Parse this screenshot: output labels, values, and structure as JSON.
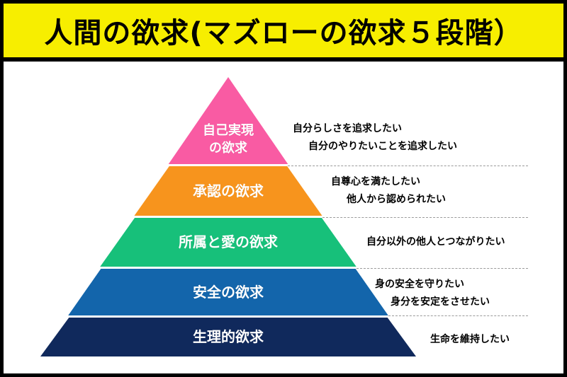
{
  "header": {
    "title": "人間の欲求(マズローの欲求５段階）",
    "bg_color": "#f7ee00"
  },
  "pyramid": {
    "levels": [
      {
        "name": "self-actualization",
        "label": "自己実現\nの欲求",
        "color": "#f95ba3"
      },
      {
        "name": "esteem",
        "label": "承認の欲求",
        "color": "#f7941d"
      },
      {
        "name": "love-belonging",
        "label": "所属と愛の欲求",
        "color": "#17c07a"
      },
      {
        "name": "safety",
        "label": "安全の欲求",
        "color": "#1365ab"
      },
      {
        "name": "physiological",
        "label": "生理的欲求",
        "color": "#10295c"
      }
    ]
  },
  "annotations": [
    {
      "lines": [
        "自分らしさを追求したい",
        "自分のやりたいことを追求したい"
      ]
    },
    {
      "lines": [
        "自尊心を満たしたい",
        "他人から認められたい"
      ]
    },
    {
      "lines": [
        "自分以外の他人とつながりたい"
      ]
    },
    {
      "lines": [
        "身の安全を守りたい",
        "身分を安定をさせたい"
      ]
    },
    {
      "lines": [
        "生命を維持したい"
      ]
    }
  ],
  "colors": {
    "border": "#000000",
    "dashed_line": "#9a9a9a",
    "background": "#ffffff"
  }
}
